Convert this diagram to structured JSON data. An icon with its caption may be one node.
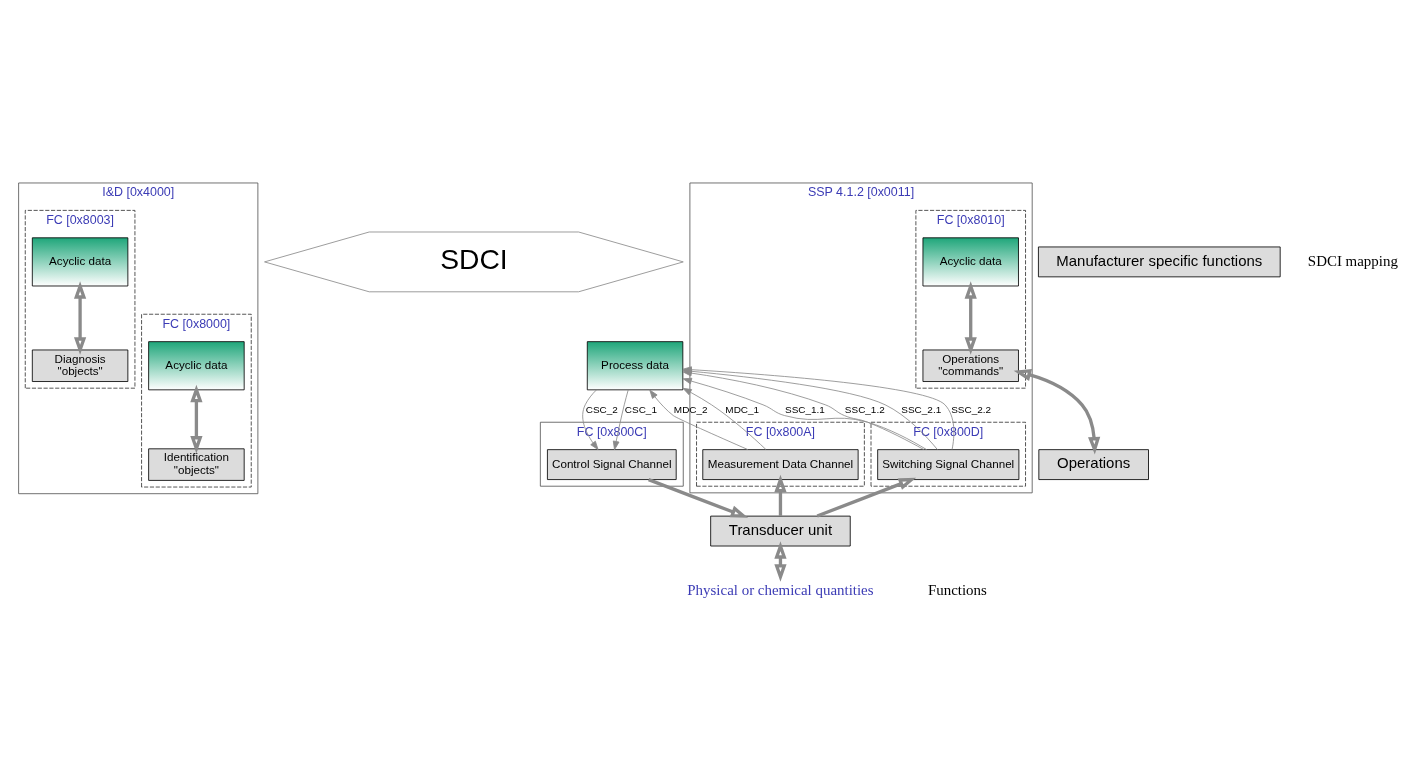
{
  "diagram": {
    "nodes": [
      {
        "text": [
          "SDCI"
        ]
      },
      {
        "text": [
          "I&D [0x4000]"
        ]
      },
      {
        "text": [
          "FC [0x8000]"
        ],
        "in": 1
      },
      {
        "text": [
          "Acyclic data"
        ],
        "in": 2
      },
      {
        "text": [
          "Identification",
          "\"objects\""
        ],
        "in": 2
      },
      {
        "text": [
          "FC [0x8003]"
        ],
        "in": 1
      },
      {
        "text": [
          "Acyclic data"
        ],
        "in": 5
      },
      {
        "text": [
          "Diagnosis",
          "\"objects\""
        ],
        "in": 5
      },
      {
        "text": [
          "SSP 4.1.2 [0x0011]"
        ]
      },
      {
        "text": [
          "FC [0x8010]"
        ],
        "in": 8
      },
      {
        "text": [
          "Acyclic data"
        ],
        "in": 9
      },
      {
        "text": [
          "Operations",
          "\"commands\""
        ],
        "in": 9
      },
      {
        "text": [
          "FC [0x800D]"
        ],
        "in": 8
      },
      {
        "text": [
          "FC [0x800A]"
        ],
        "in": 8
      },
      {
        "text": [
          "FC [0x800C]"
        ]
      },
      {
        "text": [
          "Process data"
        ]
      },
      {
        "text": [
          "Switching Signal Channel"
        ],
        "in": 12
      },
      {
        "text": [
          "Measurement Data Channel"
        ],
        "in": 13
      },
      {
        "text": [
          "Control Signal Channel"
        ],
        "in": 14
      },
      {
        "text": [
          "Manufacturer specific functions"
        ]
      },
      {
        "text": [
          "Operations"
        ]
      },
      {
        "text": [
          "Transducer unit"
        ]
      },
      {
        "text": [
          "Physical or chemical quantities"
        ]
      }
    ],
    "edges": [
      {
        "from": 3,
        "to": 4,
        "arrow": "both",
        "style": "thick"
      },
      {
        "from": 6,
        "to": 7,
        "arrow": "both",
        "style": "thick"
      },
      {
        "from": 10,
        "to": 11,
        "arrow": "both",
        "style": "thick"
      },
      {
        "from": 11,
        "to": 20,
        "arrow": "both",
        "style": "thick"
      },
      {
        "from": 16,
        "to": 15,
        "arrow": "to",
        "label": "SSC_1.1"
      },
      {
        "from": 16,
        "to": 15,
        "arrow": "to",
        "label": "SSC_1.2"
      },
      {
        "from": 16,
        "to": 15,
        "arrow": "to",
        "label": "SSC_2.1"
      },
      {
        "from": 16,
        "to": 15,
        "arrow": "to",
        "label": "SSC_2.2"
      },
      {
        "from": 17,
        "to": 15,
        "arrow": "to",
        "label": "MDC_1"
      },
      {
        "from": 17,
        "to": 15,
        "arrow": "to",
        "label": "MDC_2"
      },
      {
        "from": 15,
        "to": 18,
        "arrow": "to",
        "label": "CSC_1"
      },
      {
        "from": 15,
        "to": 18,
        "arrow": "to",
        "label": "CSC_2"
      },
      {
        "from": 21,
        "to": 16,
        "arrow": "to",
        "style": "thick"
      },
      {
        "from": 21,
        "to": 17,
        "arrow": "to",
        "style": "thick"
      },
      {
        "from": 18,
        "to": 21,
        "arrow": "to",
        "style": "thick"
      },
      {
        "from": 21,
        "to": 22,
        "arrow": "both",
        "style": "thick"
      }
    ],
    "labels": [
      "SDCI mapping",
      "Functions"
    ]
  }
}
